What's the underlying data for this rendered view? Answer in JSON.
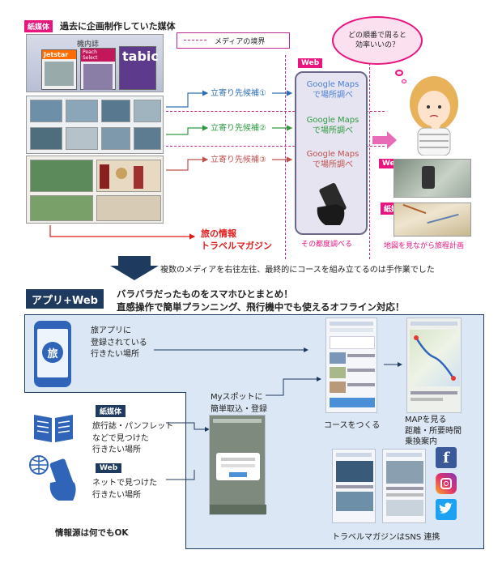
{
  "top": {
    "paper_tag": "紙媒体",
    "paper_title": "過去に企画制作していた媒体",
    "inflight_title": "機内誌",
    "mag_jetstar": "Jetstar",
    "mag_peach": "Peach Select",
    "mag_tabic": "tabic",
    "legend_label": "メディアの境界",
    "web_tag": "Web",
    "candidates": [
      "立寄り先候補①",
      "立寄り先候補②",
      "立寄り先候補③"
    ],
    "maps_lines": [
      [
        "Google Maps",
        "で場所調べ"
      ],
      [
        "Google Maps",
        "で場所調べ"
      ],
      [
        "Google Maps",
        "で場所調べ"
      ]
    ],
    "maps_caption": "その都度調べる",
    "bubble": [
      "どの順番で周ると",
      "効率いいの？"
    ],
    "web_tag2": "Web",
    "paper_tag2": "紙媒体",
    "map_caption": "地図を見ながら旅程計画",
    "travel_info": "旅の情報",
    "travel_mag": "トラベルマガジン"
  },
  "arrow_text": "複数のメディアを右往左往、最終的にコースを組み立てるのは手作業でした",
  "app": {
    "tag": "アプリ+Web",
    "headline1": "バラバラだったものをスマホひとまとめ！",
    "headline2": "直感操作で簡単プランニング、飛行機中でも使えるオフライン対応！",
    "tabi_glyph": "旅",
    "app_text": [
      "旅アプリに",
      "登録されている",
      "行きたい場所"
    ],
    "paper_tag": "紙媒体",
    "paper_text": [
      "旅行誌・パンフレット",
      "などで見つけた",
      "行きたい場所"
    ],
    "web_tag": "Web",
    "web_text": [
      "ネットで見つけた",
      "行きたい場所"
    ],
    "source_ok": "情報源は何でもOK",
    "myspot": [
      "Myスポットに",
      "簡単取込・登録"
    ],
    "course_caption": "コースをつくる",
    "map_text": [
      "MAPを見る",
      "距離・所要時間",
      "乗換案内"
    ],
    "sns_caption": "トラベルマガジンはSNS 連携",
    "fb_glyph": "f"
  },
  "colors": {
    "pink": "#e8157f",
    "navy": "#1f3a5f",
    "blue_panel": "#dbe7f4",
    "red": "#e01b1b",
    "google_blue": "#4a7fd4",
    "google_green": "#2e9a40",
    "google_brown": "#c0504d"
  }
}
